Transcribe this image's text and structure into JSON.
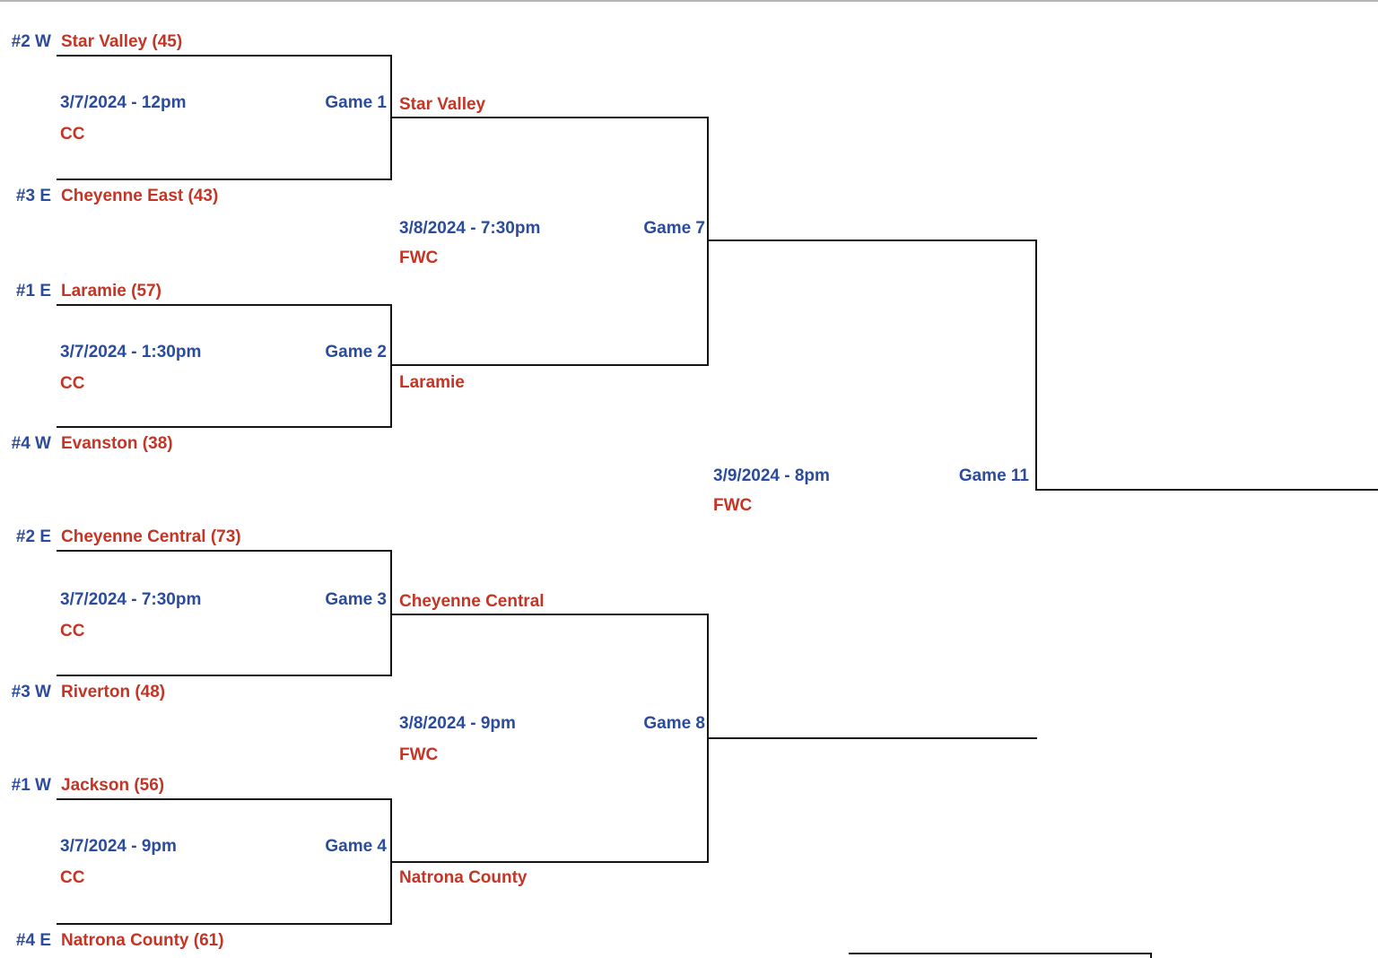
{
  "colors": {
    "seed_date_blue": "#2b4c9c",
    "team_venue_red": "#c43526",
    "bracket_line": "#151515",
    "top_border_gray": "#b5b5b5"
  },
  "teams": [
    {
      "seed": "#2 W",
      "name": "Star Valley (45)"
    },
    {
      "seed": "#3 E",
      "name": "Cheyenne East (43)"
    },
    {
      "seed": "#1 E",
      "name": "Laramie (57)"
    },
    {
      "seed": "#4 W",
      "name": "Evanston (38)"
    },
    {
      "seed": "#2 E",
      "name": "Cheyenne Central (73)"
    },
    {
      "seed": "#3 W",
      "name": "Riverton (48)"
    },
    {
      "seed": "#1 W",
      "name": "Jackson (56)"
    },
    {
      "seed": "#4 E",
      "name": "Natrona County (61)"
    }
  ],
  "games": {
    "game1": {
      "label": "Game 1",
      "datetime": "3/7/2024 - 12pm",
      "venue": "CC",
      "winner": "Star Valley"
    },
    "game2": {
      "label": "Game 2",
      "datetime": "3/7/2024 - 1:30pm",
      "venue": "CC",
      "winner": "Laramie"
    },
    "game3": {
      "label": "Game 3",
      "datetime": "3/7/2024 - 7:30pm",
      "venue": "CC",
      "winner": "Cheyenne Central"
    },
    "game4": {
      "label": "Game 4",
      "datetime": "3/7/2024 - 9pm",
      "venue": "CC",
      "winner": "Natrona County"
    },
    "game7": {
      "label": "Game 7",
      "datetime": "3/8/2024 - 7:30pm",
      "venue": "FWC"
    },
    "game8": {
      "label": "Game 8",
      "datetime": "3/8/2024 - 9pm",
      "venue": "FWC"
    },
    "game11": {
      "label": "Game 11",
      "datetime": "3/9/2024 - 8pm",
      "venue": "FWC"
    }
  }
}
